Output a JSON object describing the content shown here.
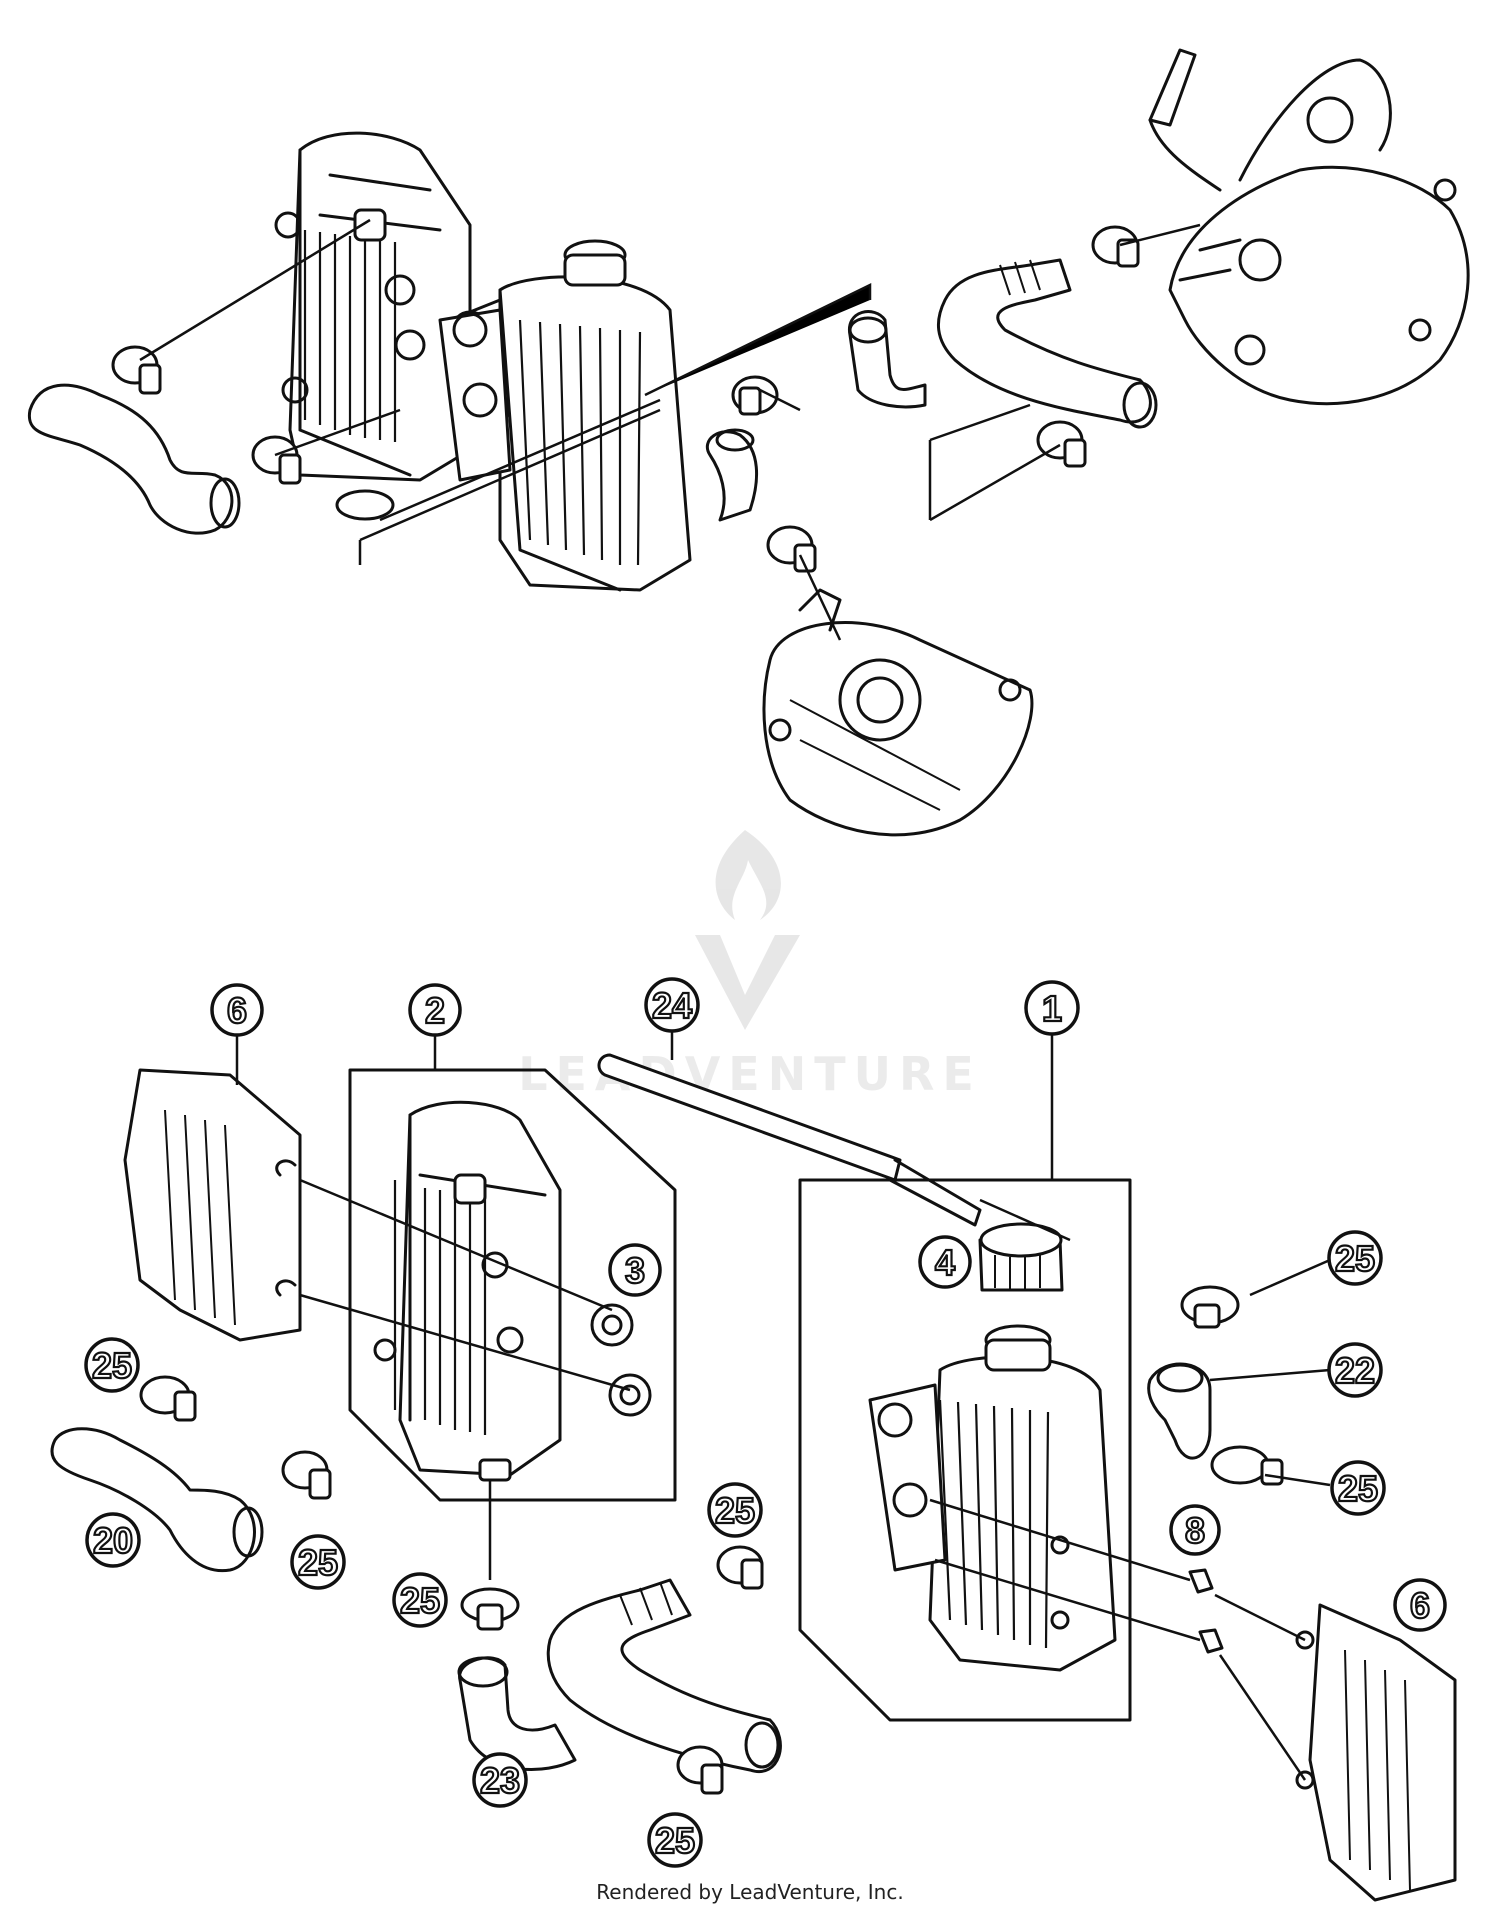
{
  "watermark": {
    "text": "LEADVENTURE"
  },
  "footer": {
    "text": "Rendered by LeadVenture, Inc."
  },
  "callouts": [
    {
      "id": "c6a",
      "label": "6"
    },
    {
      "id": "c2",
      "label": "2"
    },
    {
      "id": "c24",
      "label": "24"
    },
    {
      "id": "c1",
      "label": "1"
    },
    {
      "id": "c3",
      "label": "3"
    },
    {
      "id": "c4",
      "label": "4"
    },
    {
      "id": "c25a",
      "label": "25"
    },
    {
      "id": "c22",
      "label": "22"
    },
    {
      "id": "c25b",
      "label": "25"
    },
    {
      "id": "c25c",
      "label": "25"
    },
    {
      "id": "c20",
      "label": "20"
    },
    {
      "id": "c25d",
      "label": "25"
    },
    {
      "id": "c25e",
      "label": "25"
    },
    {
      "id": "c25f",
      "label": "25"
    },
    {
      "id": "c8",
      "label": "8"
    },
    {
      "id": "c6b",
      "label": "6"
    },
    {
      "id": "c23",
      "label": "23"
    },
    {
      "id": "c25g",
      "label": "25"
    }
  ]
}
